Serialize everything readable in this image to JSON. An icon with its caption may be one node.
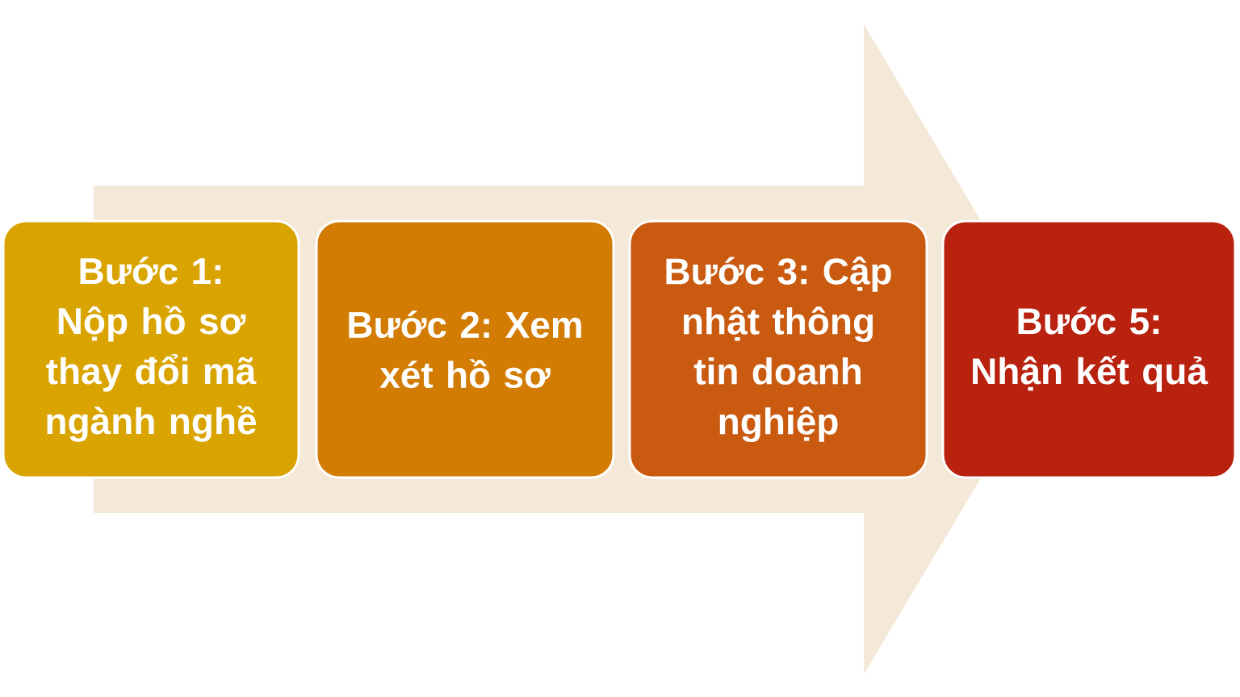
{
  "diagram": {
    "nodes": [
      {
        "text": [
          "Bước 1: Nộp hồ sơ thay đổi mã ngành nghề"
        ]
      },
      {
        "text": [
          "Bước 2: Xem xét hồ sơ"
        ]
      },
      {
        "text": [
          "Bước 3: Cập nhật thông tin doanh nghiệp"
        ]
      },
      {
        "text": [
          "Bước 5: Nhận kết quả"
        ]
      }
    ],
    "edges": [
      {
        "from": 0,
        "to": 3,
        "arrow": "to"
      }
    ]
  }
}
